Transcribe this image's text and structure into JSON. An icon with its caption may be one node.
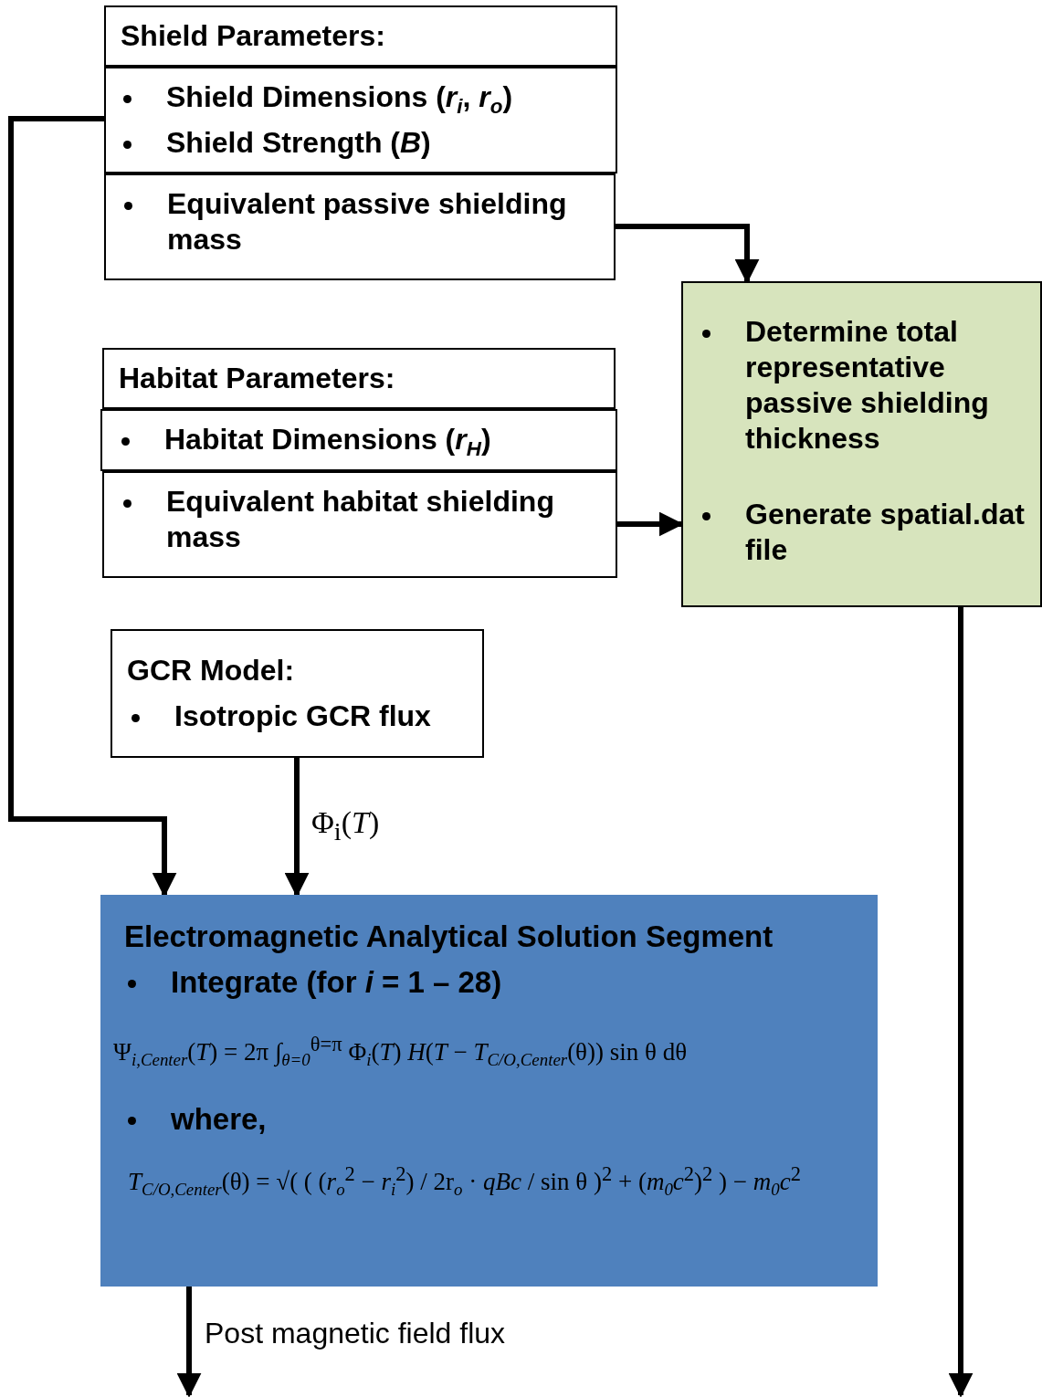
{
  "diagram": {
    "nodes": [
      {
        "text": [
          "Shield Parameters:"
        ]
      },
      {
        "text": [
          "Shield Dimensions (*r*$_{i}$, *r*$_{o}$)",
          "Shield Strength (*B*)"
        ]
      },
      {
        "text": [
          "Equivalent passive shielding mass"
        ]
      },
      {
        "text": [
          "Habitat Parameters:"
        ]
      },
      {
        "text": [
          "Habitat Dimensions (*r*$_{H}$)"
        ]
      },
      {
        "text": [
          "Equivalent habitat shielding mass"
        ]
      },
      {
        "text": [
          "GCR Model:",
          "Isotropic GCR flux"
        ]
      },
      {
        "text": [
          "Determine total representative passive shielding thickness",
          "Generate spatial.dat file"
        ]
      },
      {
        "text": [
          "Electromagnetic Analytical Solution Segment",
          "Integrate (for *i* = 1 – 28)",
          "Ψ$_{i,Center}$(*T*) = 2π ∫$_{θ=0}$$^{θ=π}$ Φ$_{i}$(*T*) *H*(*T* − *T*$_{C/O,Center}$(θ)) sin θ dθ",
          "where,",
          "*T*$_{C/O,Center}$(θ) = √( ( (*r*$_{o}$$^{2}$ − *r*$_{i}$$^{2}$) / 2r$_{o}$ · *qBc* / sin θ )$^{2}$ + (*m*$_{0}$*c*$^{2}$)$^{2}$ ) − *m*$_{0}$*c*$^{2}$"
        ]
      }
    ],
    "edges": [
      {
        "from": 1,
        "to": 8,
        "arrow": "to"
      },
      {
        "from": 2,
        "to": 7,
        "arrow": "to"
      },
      {
        "from": 5,
        "to": 7,
        "arrow": "to"
      },
      {
        "from": 6,
        "to": 8,
        "arrow": "to",
        "label": "Φ$_{i}$(*T*)"
      },
      {
        "from": 8,
        "to": null,
        "arrow": "to",
        "label": "Post magnetic field flux"
      },
      {
        "from": 7,
        "to": null,
        "arrow": "to"
      }
    ]
  }
}
